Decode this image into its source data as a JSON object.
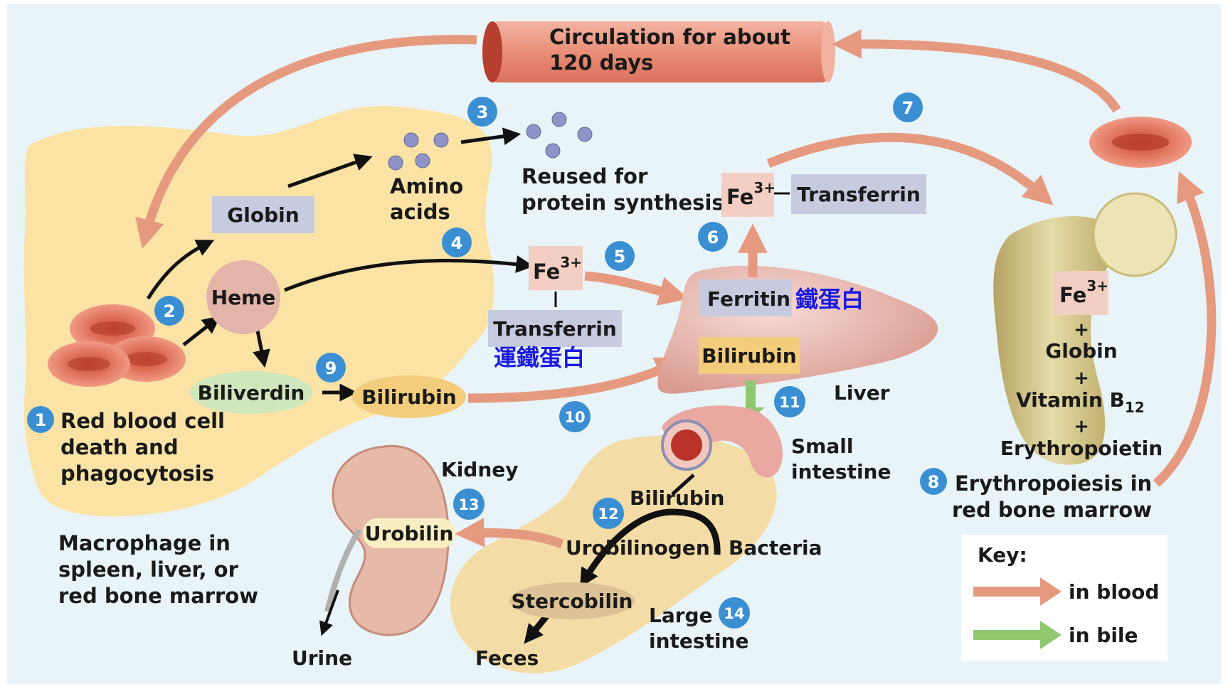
{
  "circulation": {
    "line1": "Circulation for about",
    "line2": "120 days"
  },
  "steps": [
    "1",
    "2",
    "3",
    "4",
    "5",
    "6",
    "7",
    "8",
    "9",
    "10",
    "11",
    "12",
    "13",
    "14"
  ],
  "labels": {
    "globin": "Globin",
    "amino_line1": "Amino",
    "amino_line2": "acids",
    "reused_line1": "Reused for",
    "reused_line2": "protein synthesis",
    "heme": "Heme",
    "fe": "Fe",
    "fe_charge": "3+",
    "transferrin": "Transferrin",
    "transferrin_cjk": "運鐵蛋白",
    "ferritin": "Ferritin",
    "ferritin_cjk": "鐵蛋白",
    "biliverdin": "Biliverdin",
    "bilirubin": "Bilirubin",
    "liver": "Liver",
    "rbc_line1": "Red blood cell",
    "rbc_line2": "death and",
    "rbc_line3": "phagocytosis",
    "macrophage_line1": "Macrophage in",
    "macrophage_line2": "spleen, liver, or",
    "macrophage_line3": "red bone marrow",
    "kidney": "Kidney",
    "urobilin": "Urobilin",
    "urine": "Urine",
    "small_line1": "Small",
    "small_line2": "intestine",
    "urobilinogen": "Urobilinogen",
    "bacteria": "Bacteria",
    "stercobilin": "Stercobilin",
    "feces": "Feces",
    "large_line1": "Large",
    "large_line2": "intestine",
    "plus": "+",
    "vitamin": "Vitamin B",
    "vitamin_sub": "12",
    "erythropoietin": "Erythropoietin",
    "marrow_line1": "Erythropoiesis in",
    "marrow_line2": "red bone marrow"
  },
  "key": {
    "title": "Key:",
    "blood": "in blood",
    "bile": "in bile"
  },
  "colors": {
    "background": "#e9f4f9",
    "macrophage": "#fbe3a6",
    "blood_arrow": "#e59a80",
    "bile_arrow": "#8fc86f",
    "step_badge": "#3a8fd3",
    "label_box": "#c6cbe0",
    "heme_circle": "#e3b4a8",
    "fe_box": "#f2cfc2",
    "biliverdin": "#cfe7bb",
    "bilirubin": "#f3cc7c",
    "liver": "#e9b8b0",
    "bone": "#d8ca8e",
    "kidney": "#e7b9a8"
  }
}
